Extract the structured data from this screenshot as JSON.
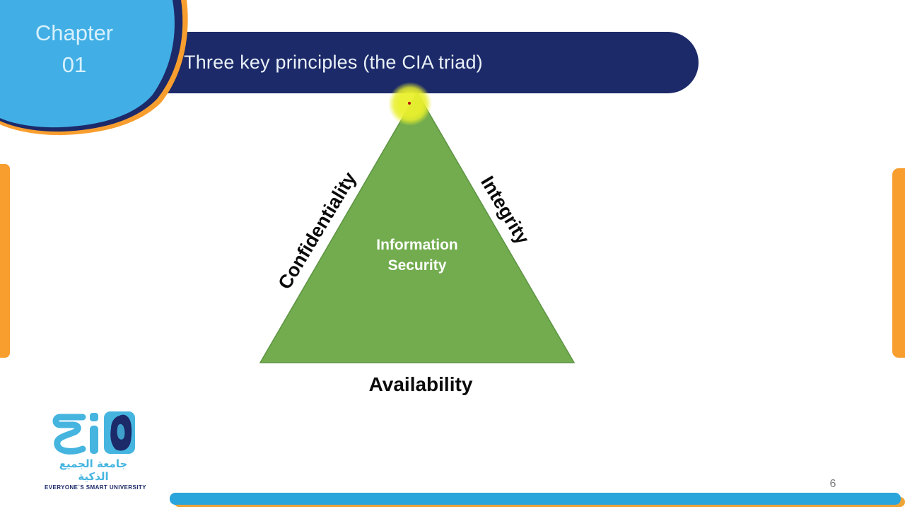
{
  "slide": {
    "chapter": {
      "line1": "Chapter",
      "line2": "01"
    },
    "title": "Three key principles (the CIA triad)",
    "page_number": "6"
  },
  "diagram": {
    "type": "triangle",
    "center_label": "Information\nSecurity",
    "edge_labels": {
      "left": "Confidentiality",
      "right": "Integrity",
      "bottom": "Availability"
    }
  },
  "footer_logo": {
    "arabic_name": "جامعة الجميع الذكية",
    "english_name": "EVERYONE`S SMART UNIVERSITY"
  },
  "colors": {
    "navy": "#1c2a69",
    "light-blue": "#41afe5",
    "orange": "#f89e2f",
    "green": "#72ac4e",
    "green-stroke": "#5d9443",
    "bar-blue": "#29a5dc",
    "highlight-yellow": "#e9f02c"
  }
}
